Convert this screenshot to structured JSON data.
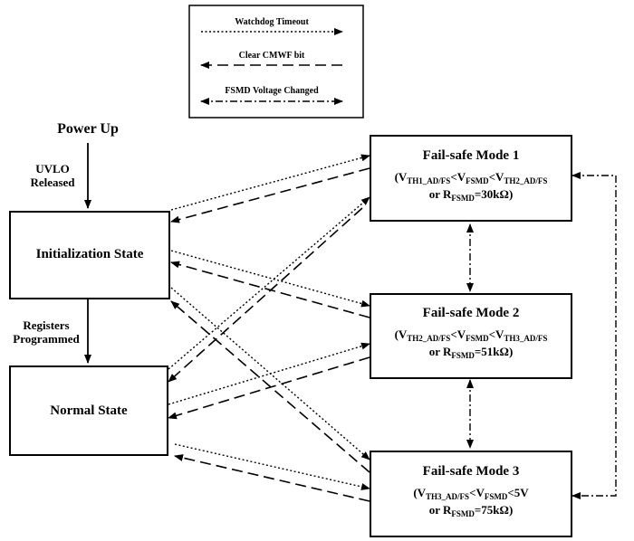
{
  "legend": {
    "items": [
      {
        "label": "Watchdog Timeout",
        "style": "dotted"
      },
      {
        "label": "Clear CMWF bit",
        "style": "dashed"
      },
      {
        "label": "FSMD Voltage Changed",
        "style": "dash-dot"
      }
    ]
  },
  "labels": {
    "power_up": "Power Up",
    "uvlo_line1": "UVLO",
    "uvlo_line2": "Released",
    "reg_line1": "Registers",
    "reg_line2": "Programmed"
  },
  "states": {
    "init": "Initialization State",
    "normal": "Normal State"
  },
  "modes": [
    {
      "title": "Fail-safe Mode 1",
      "cond": {
        "open": "(V",
        "s1": "TH1_AD/FS",
        "m1": "<V",
        "s2": "FSMD",
        "m2": "<V",
        "s3": "TH2_AD/FS",
        "close": ""
      },
      "res": {
        "pre": "or R",
        "sub": "FSMD",
        "post": "=30kΩ)"
      }
    },
    {
      "title": "Fail-safe Mode 2",
      "cond": {
        "open": "(V",
        "s1": "TH2_AD/FS",
        "m1": "<V",
        "s2": "FSMD",
        "m2": "<V",
        "s3": "TH3_AD/FS",
        "close": ""
      },
      "res": {
        "pre": "or R",
        "sub": "FSMD",
        "post": "=51kΩ)"
      }
    },
    {
      "title": "Fail-safe Mode 3",
      "cond": {
        "open": "(V",
        "s1": "TH3_AD/FS",
        "m1": "<V",
        "s2": "FSMD",
        "m2": "<5V",
        "s3": "",
        "close": ""
      },
      "res": {
        "pre": "or R",
        "sub": "FSMD",
        "post": "=75kΩ)"
      }
    }
  ]
}
